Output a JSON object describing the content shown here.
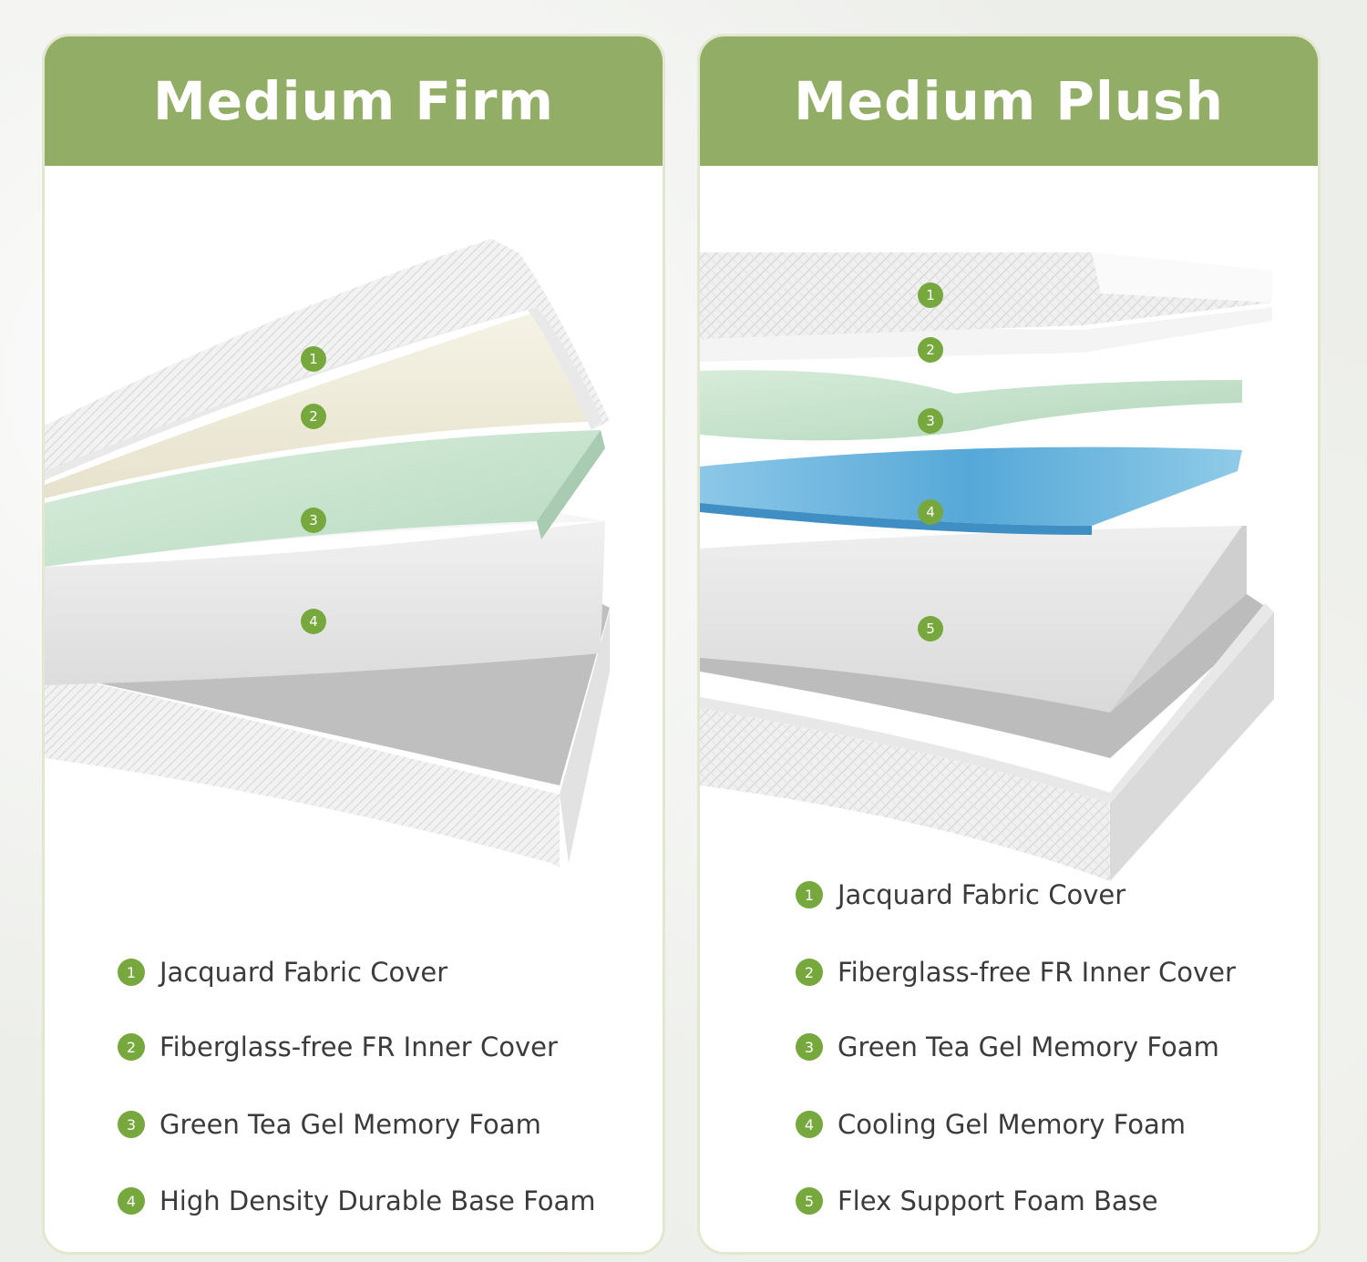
{
  "panels": [
    {
      "title": "Medium Firm",
      "layers": [
        {
          "number": "1",
          "label": "Jacquard Fabric Cover"
        },
        {
          "number": "2",
          "label": "Fiberglass-free FR Inner Cover"
        },
        {
          "number": "3",
          "label": "Green Tea Gel Memory Foam"
        },
        {
          "number": "4",
          "label": "High Density Durable Base Foam"
        }
      ]
    },
    {
      "title": "Medium Plush",
      "layers": [
        {
          "number": "1",
          "label": "Jacquard Fabric Cover"
        },
        {
          "number": "2",
          "label": "Fiberglass-free FR Inner Cover"
        },
        {
          "number": "3",
          "label": "Green Tea Gel Memory Foam"
        },
        {
          "number": "4",
          "label": "Cooling Gel Memory Foam"
        },
        {
          "number": "5",
          "label": "Flex Support Foam Base"
        }
      ]
    }
  ],
  "colors": {
    "header": "#92ad65",
    "badge": "#76a83e",
    "panel_border": "#e2e8cf",
    "green_tea_foam": "#cfe6d4",
    "cooling_gel_foam": "#6fb3dc"
  }
}
